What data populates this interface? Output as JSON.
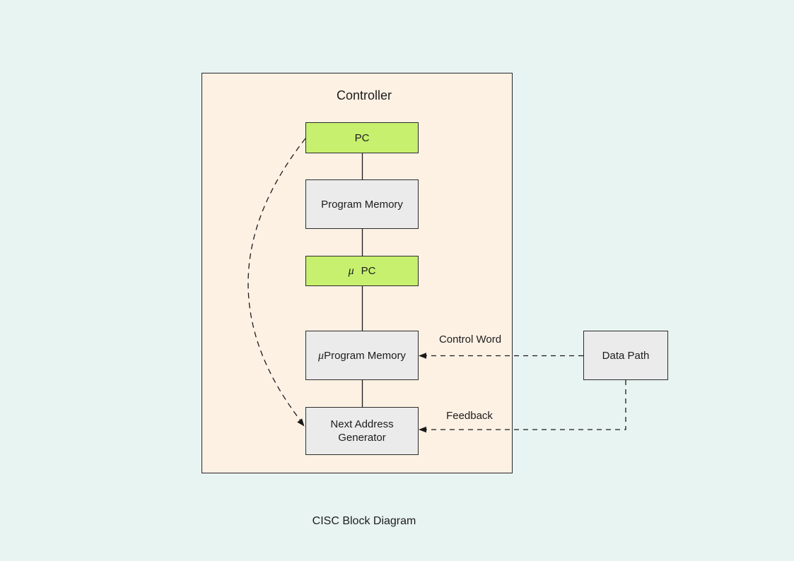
{
  "page": {
    "background_color": "#e8f4f1",
    "caption": "CISC Block Diagram"
  },
  "palette": {
    "container_fill": "#fdf1e4",
    "container_border": "#26262e",
    "green_node_fill": "#c7f06e",
    "gray_node_fill": "#ebebeb",
    "node_border": "#2b2b2b",
    "line_color": "#1a1a1a",
    "text_color": "#1c1c1c"
  },
  "diagram": {
    "container_title": "Controller",
    "nodes": [
      {
        "id": "pc",
        "label": "PC",
        "style": "green"
      },
      {
        "id": "program-memory",
        "label": "Program Memory",
        "style": "gray"
      },
      {
        "id": "micro-pc",
        "prefix": "μ",
        "label": "PC",
        "style": "green"
      },
      {
        "id": "micro-program-memory",
        "prefix": "μ",
        "label": "Program Memory",
        "style": "gray"
      },
      {
        "id": "next-address-generator",
        "label": "Next Address\nGenerator",
        "style": "gray"
      },
      {
        "id": "data-path",
        "label": "Data Path",
        "style": "gray"
      }
    ],
    "edge_labels": [
      {
        "id": "control-word",
        "label": "Control Word"
      },
      {
        "id": "feedback",
        "label": "Feedback"
      }
    ]
  }
}
